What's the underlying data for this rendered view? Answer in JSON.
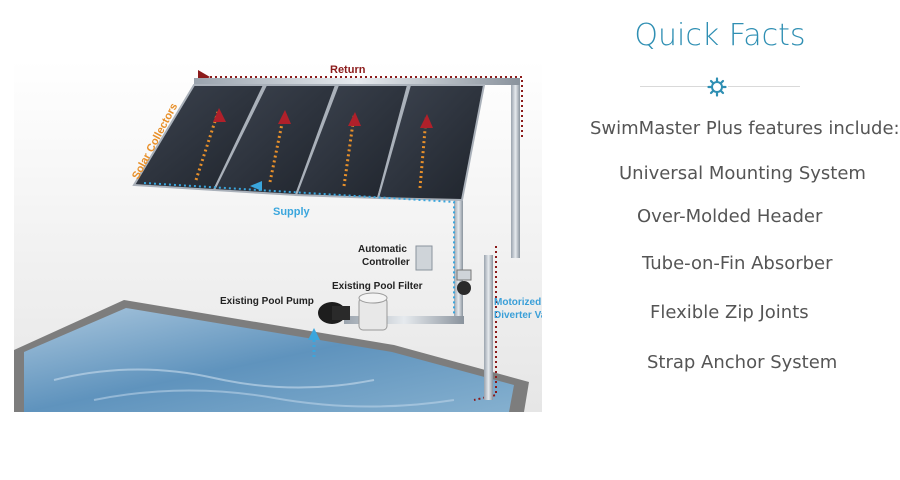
{
  "diagram": {
    "labels": {
      "return": "Return",
      "solar_collectors": "Solar Collectors",
      "supply": "Supply",
      "automatic_controller_line1": "Automatic",
      "automatic_controller_line2": "Controller",
      "existing_pool_filter": "Existing Pool Filter",
      "existing_pool_pump": "Existing Pool Pump",
      "motorized_line1": "Motorized",
      "motorized_line2": "Diverter Valve"
    },
    "colors": {
      "return_arrow": "#8b1a1a",
      "supply_arrow": "#3aa6dd",
      "collector_label": "#e8902a",
      "label_dark": "#222222",
      "valve_label": "#3a9fd8"
    }
  },
  "facts": {
    "title": "Quick Facts",
    "icon": "gear-icon",
    "intro": "SwimMaster Plus features include:",
    "items": [
      "Universal Mounting System",
      "Over-Molded Header",
      "Tube-on-Fin Absorber",
      "Flexible Zip Joints",
      "Strap Anchor System"
    ],
    "accent": "#2f8fb3"
  }
}
